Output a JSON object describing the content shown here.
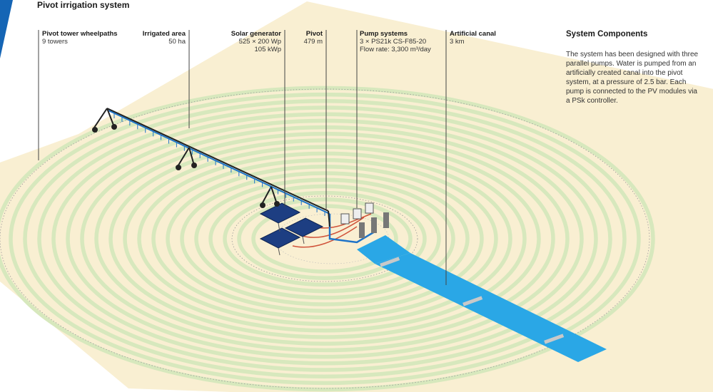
{
  "title": "Pivot irrigation system",
  "callouts": {
    "wheelpaths": {
      "label": "Pivot tower wheelpaths",
      "value": "9 towers"
    },
    "area": {
      "label": "Irrigated area",
      "value": "50 ha"
    },
    "solar": {
      "label": "Solar generator",
      "value": "525 × 200 Wp",
      "value2": "105 kWp"
    },
    "pivot": {
      "label": "Pivot",
      "value": "479 m"
    },
    "pumps": {
      "label": "Pump systems",
      "value": "3 × PS21k CS-F85-20",
      "value2": "Flow rate: 3,300 m³/day"
    },
    "canal": {
      "label": "Artificial canal",
      "value": "3 km"
    }
  },
  "panel": {
    "heading": "System Components",
    "body": "The system has been designed with three parallel pumps. Water is pumped from an artificially created canal into the pivot system, at a pressure of 2.5 bar. Each pump is connected to the PV modules via a PSk controller."
  },
  "colors": {
    "field": "#f9efd2",
    "rings": "#d7e8bd",
    "canal": "#2aa7e6",
    "accent_blue": "#1565b5",
    "cable": "#d0533a"
  }
}
